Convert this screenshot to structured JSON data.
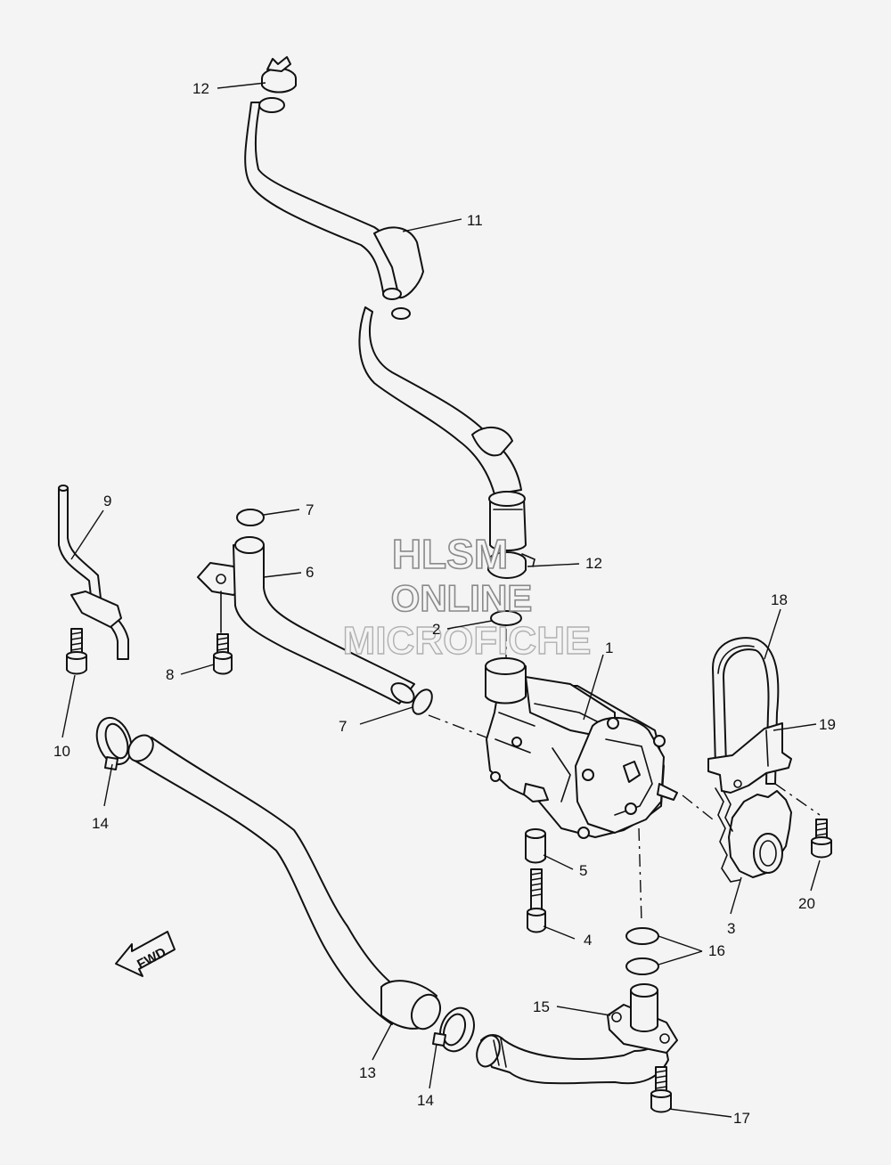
{
  "callouts": [
    "1",
    "2",
    "3",
    "4",
    "5",
    "6",
    "7",
    "8",
    "9",
    "10",
    "11",
    "12",
    "13",
    "14",
    "15",
    "16",
    "17",
    "18",
    "19",
    "20"
  ],
  "watermark": [
    "HLSM",
    "ONLINE",
    "MICROFICHE"
  ],
  "fwd_label": "FWD"
}
